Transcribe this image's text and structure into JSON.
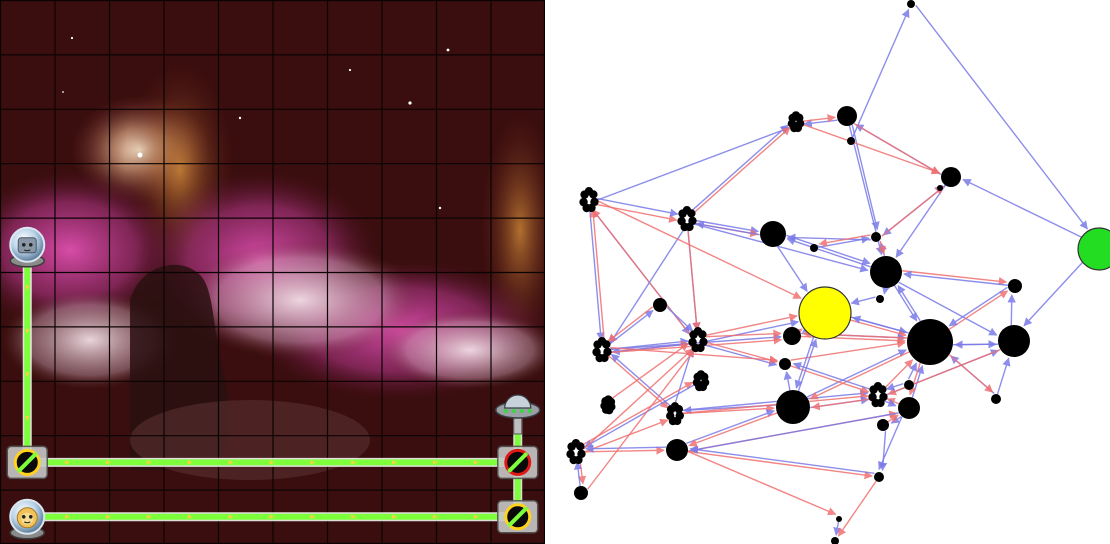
{
  "board": {
    "rows": 10,
    "cols": 10,
    "background_color": "#3a0e0e",
    "grid_color": "#0a0303",
    "nebula_colors": [
      "#d23ca0",
      "#e8c8d8",
      "#5a3030",
      "#c8782a"
    ],
    "beam_color": "#7dff3c",
    "beam_arrow_color": "#ffd23c",
    "pieces": [
      {
        "id": "emitter-top",
        "kind": "emitter",
        "icon": "robot-face-icon",
        "col": 0,
        "row": 4
      },
      {
        "id": "emitter-bottom",
        "kind": "emitter",
        "icon": "lion-face-icon",
        "col": 0,
        "row": 9
      },
      {
        "id": "mirror-left",
        "kind": "mirror",
        "icon": "mirror-icon",
        "col": 0,
        "row": 8
      },
      {
        "id": "mirror-right-top",
        "kind": "mirror",
        "icon": "mirror-icon",
        "col": 9,
        "row": 8
      },
      {
        "id": "mirror-right-bottom",
        "kind": "mirror",
        "icon": "mirror-icon",
        "col": 9,
        "row": 9
      },
      {
        "id": "target-ship",
        "kind": "target",
        "icon": "spaceship-icon",
        "col": 9,
        "row": 7
      }
    ],
    "beams": [
      {
        "from": [
          0,
          4
        ],
        "to": [
          0,
          8
        ]
      },
      {
        "from": [
          0,
          8
        ],
        "to": [
          9,
          8
        ]
      },
      {
        "from": [
          9,
          7
        ],
        "to": [
          9,
          9
        ]
      },
      {
        "from": [
          0,
          9
        ],
        "to": [
          9,
          9
        ]
      }
    ]
  },
  "graph": {
    "edge_colors": {
      "forward": "#7a7ae8",
      "backward": "#f07070"
    },
    "node_colors": {
      "default": "#000000",
      "highlight": "#ffff00",
      "goal": "#22dd22"
    },
    "highlight_node": "yellow-node",
    "goal_node": "green-node"
  }
}
